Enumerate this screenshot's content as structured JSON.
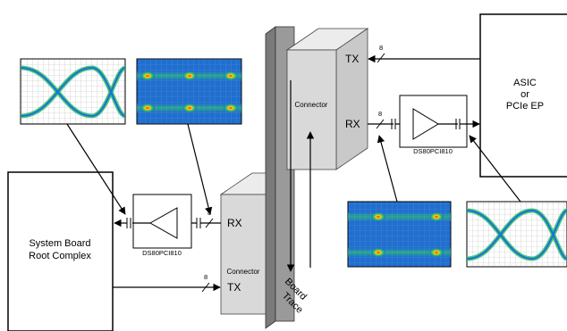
{
  "blocks": {
    "system_board": [
      "System Board",
      "Root Complex"
    ],
    "endpoint": [
      "ASIC",
      "or",
      "PCIe EP"
    ],
    "connector_left_label": "Connector",
    "connector_right_label": "Connector",
    "board_trace": [
      "Board",
      "Trace"
    ]
  },
  "signals": {
    "rx_left": "RX",
    "tx_left": "TX",
    "rx_right": "RX",
    "tx_right": "TX"
  },
  "bus_width": "8",
  "redriver_label": "DS80PCI810",
  "colors": {
    "eye_blue": "#1f6fd1",
    "eye_green": "#29c06b",
    "eye_hot": "#ff3a3a",
    "board": "#9a9a9a",
    "connector": "#d9d9d9"
  }
}
